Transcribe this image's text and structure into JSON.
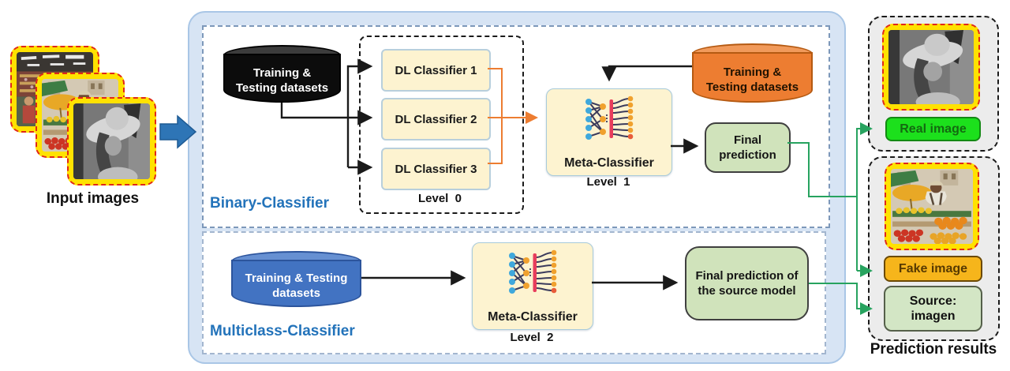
{
  "input": {
    "label": "Input images"
  },
  "binary": {
    "section_label": "Binary-Classifier",
    "datasets_black": {
      "line1": "Training &",
      "line2": "Testing datasets"
    },
    "dl_classifiers": [
      "DL Classifier 1",
      "DL Classifier 2",
      "DL Classifier 3"
    ],
    "level0_label": "Level  0",
    "meta_label": "Meta-Classifier",
    "level1_label": "Level  1",
    "datasets_orange": {
      "line1": "Training &",
      "line2": "Testing datasets"
    },
    "final": {
      "line1": "Final",
      "line2": "prediction"
    }
  },
  "multiclass": {
    "section_label": "Multiclass-Classifier",
    "datasets_blue": {
      "line1": "Training & Testing",
      "line2": "datasets"
    },
    "meta_label": "Meta-Classifier",
    "level2_label": "Level  2",
    "final": "Final prediction of the source model"
  },
  "results": {
    "title": "Prediction results",
    "real_label": "Real image",
    "fake_label": "Fake image",
    "source": {
      "line1": "Source:",
      "line2": "imagen"
    }
  },
  "colors": {
    "accent_blue": "#2373ba",
    "container_blue": "#d7e4f4",
    "dataset_black": "#0c0c0c",
    "dataset_orange": "#ed7d31",
    "dataset_blue": "#4273c2",
    "classifier_cream": "#fdf3d0",
    "final_green": "#d0e3bb",
    "real_green": "#1ce01c",
    "fake_amber": "#f6b51b",
    "source_green": "#d3e6c5",
    "connector_orange": "#ed7d31",
    "connector_green": "#27a35f"
  }
}
